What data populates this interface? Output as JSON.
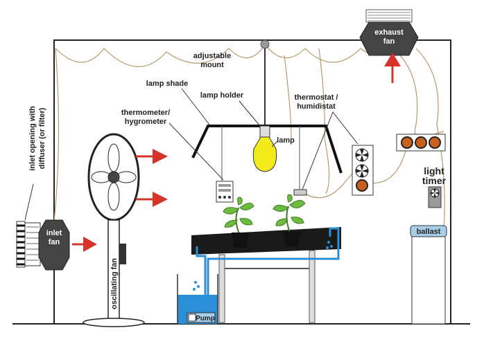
{
  "labels": {
    "exhaust_fan_line1": "exhaust",
    "exhaust_fan_line2": "fan",
    "adjustable_mount_line1": "adjustable",
    "adjustable_mount_line2": "mount",
    "lamp_shade": "lamp shade",
    "lamp_holder": "lamp holder",
    "thermostat_line1": "thermostat /",
    "thermostat_line2": "humidistat",
    "thermometer_line1": "thermometer/",
    "thermometer_line2": "hygrometer",
    "lamp": "lamp",
    "light_timer_line1": "light",
    "light_timer_line2": "timer",
    "inlet_opening_line1": "inlet opening with",
    "inlet_opening_line2": "diffuser (or filter)",
    "inlet_fan_line1": "inlet",
    "inlet_fan_line2": "fan",
    "oscillating_fan": "oscillating fan",
    "ballast": "ballast",
    "pump": "Pump"
  },
  "icons": {
    "fan_symbol": "fan-blade-icon",
    "arrow": "red-arrow-icon",
    "plant": "plant-icon"
  },
  "colors": {
    "arrow": "#d6332a",
    "water": "#2a8fd6",
    "lamp": "#f2ea1a",
    "housing": "#444444",
    "ballast": "#a9cfe8",
    "plant": "#6dbb3f",
    "knob": "#c8611e"
  }
}
